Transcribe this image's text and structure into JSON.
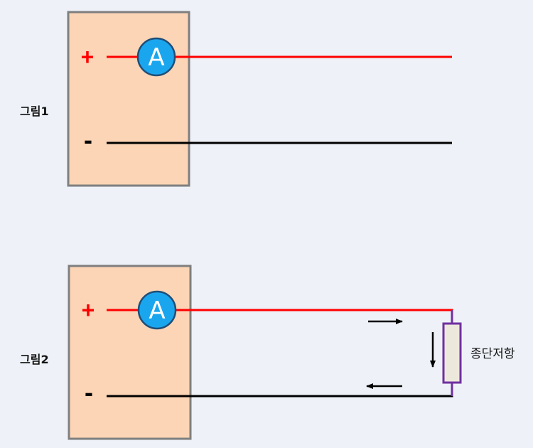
{
  "colors": {
    "background": "#eef2f8",
    "box_fill": "#fbd5b6",
    "box_stroke": "#7f7f7f",
    "positive_wire": "#ff0000",
    "negative_wire": "#000000",
    "ammeter_fill": "#1aa6ee",
    "ammeter_stroke": "#1f4e79",
    "resistor_fill": "#ede8dc",
    "resistor_stroke": "#7030a0"
  },
  "figure1": {
    "label": "그림1",
    "plus_sign": "+",
    "minus_sign": "-",
    "ammeter_letter": "A"
  },
  "figure2": {
    "label": "그림2",
    "plus_sign": "+",
    "minus_sign": "-",
    "ammeter_letter": "A",
    "resistor_label": "종단저항",
    "current_arrows": [
      "right",
      "down",
      "left"
    ]
  }
}
